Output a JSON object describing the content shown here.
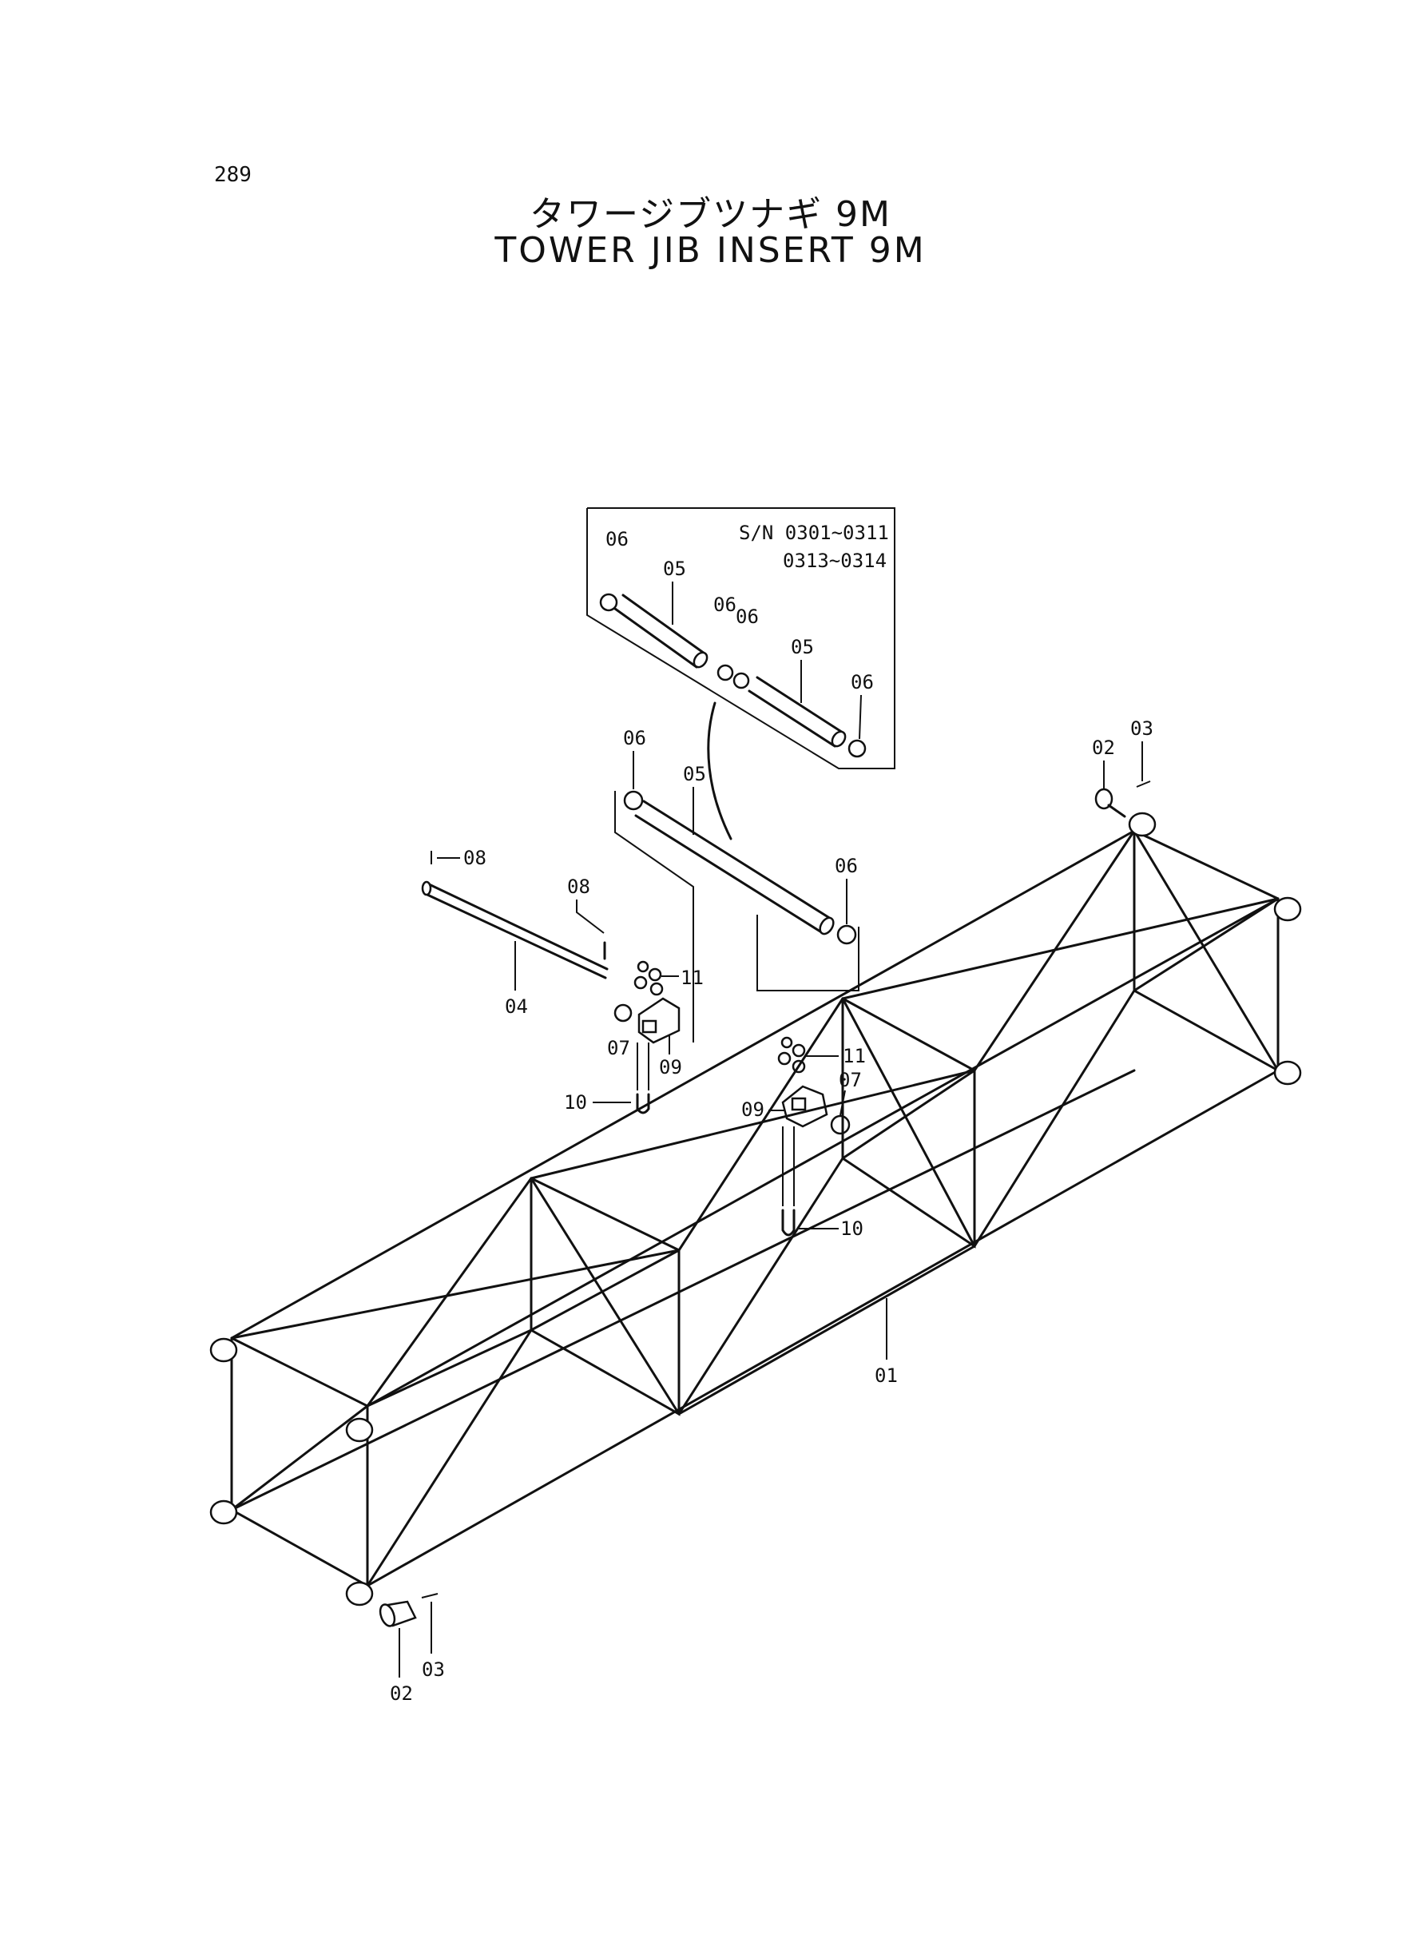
{
  "page_number": "289",
  "title_jp": "タワージブツナギ 9M",
  "title_en": "TOWER JIB INSERT 9M",
  "inset": {
    "serial_line1": "S/N 0301~0311",
    "serial_line2": "0313~0314"
  },
  "callouts": {
    "c01": "01",
    "c02a": "02",
    "c02b": "02",
    "c03a": "03",
    "c03b": "03",
    "c04": "04",
    "c05a": "05",
    "c05b": "05",
    "c05c": "05",
    "c06a": "06",
    "c06b": "06",
    "c06c": "06",
    "c06d": "06",
    "c06e": "06",
    "c06f": "06",
    "c07a": "07",
    "c07b": "07",
    "c08a": "08",
    "c08b": "08",
    "c09a": "09",
    "c09b": "09",
    "c10a": "10",
    "c10b": "10",
    "c11a": "11",
    "c11b": "11"
  }
}
